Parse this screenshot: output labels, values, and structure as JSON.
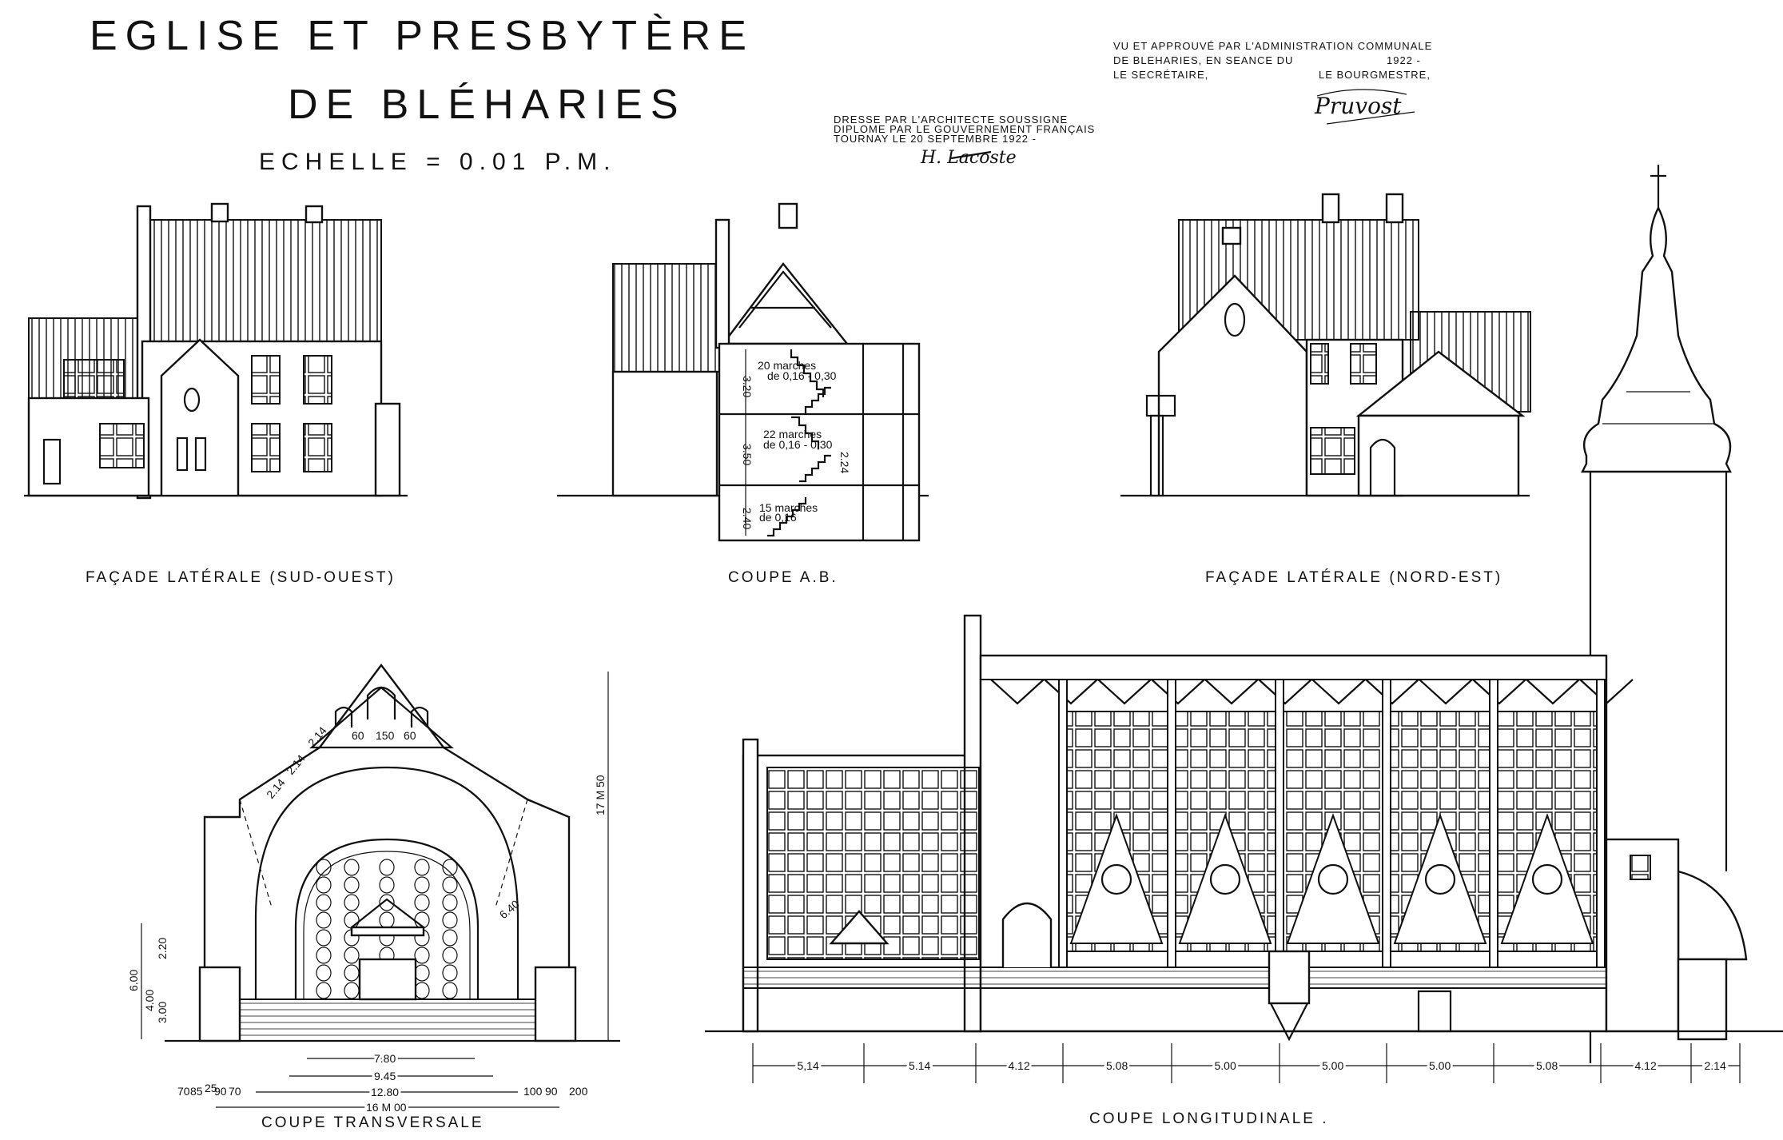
{
  "title": {
    "line1": "EGLISE ET PRESBYTÈRE",
    "line2": "DE BLÉHARIES",
    "scale": "ECHELLE = 0.01 P.M."
  },
  "architect_note": {
    "line1": "DRESSE PAR L'ARCHITECTE SOUSSIGNE",
    "line2": "DIPLOME PAR LE GOUVERNEMENT FRANÇAIS",
    "line3": "TOURNAY LE 20 SEPTEMBRE 1922 -",
    "signature": "H. Lacoste"
  },
  "approval_note": {
    "line1": "VU ET APPROUVÉ PAR L'ADMINISTRATION COMMUNALE",
    "line2": "DE BLEHARIES, EN SEANCE DU",
    "year": "1922 -",
    "secretary": "LE SECRÉTAIRE,",
    "mayor": "LE BOURGMESTRE,",
    "signature": "Pruvost"
  },
  "views": {
    "facade_so": "FAÇADE LATÉRALE (SUD-OUEST)",
    "coupe_ab": "COUPE A.B.",
    "facade_ne": "FAÇADE LATÉRALE (NORD-EST)",
    "coupe_transversale": "COUPE TRANSVERSALE",
    "coupe_longitudinale": "COUPE LONGITUDINALE ."
  },
  "coupe_ab": {
    "stair1": "20 marches",
    "stair1b": "de 0,16 - 0,30",
    "stair2": "22 marches",
    "stair2b": "de 0,16 - 0,30",
    "stair3": "15 marches",
    "stair3b": "de 0,16",
    "h1": "3.20",
    "h2": "3.50",
    "h3": "2.40",
    "h4": "2.24"
  },
  "coupe_transversale": {
    "total_height": "17 M 50",
    "width_total": "16 M 00",
    "w1": "12.80",
    "w2": "9.45",
    "w3": "7.80",
    "h6": "6.00",
    "h4": "4.00",
    "h3": "3.00",
    "h220": "2.20",
    "r640": "6.40",
    "gable": [
      "2.14",
      "2.14",
      "2.14"
    ],
    "openings": [
      "60",
      "150",
      "60"
    ],
    "side_dims_left": [
      "70",
      "85",
      "25",
      "90",
      "70"
    ],
    "side_dims_right": [
      "100",
      "90",
      "200"
    ]
  },
  "coupe_longitudinale": {
    "bays": [
      "5,14",
      "5.14",
      "4.12",
      "5.08",
      "5.00",
      "5.00",
      "5.00",
      "5.08",
      "4.12",
      "2.14"
    ]
  }
}
